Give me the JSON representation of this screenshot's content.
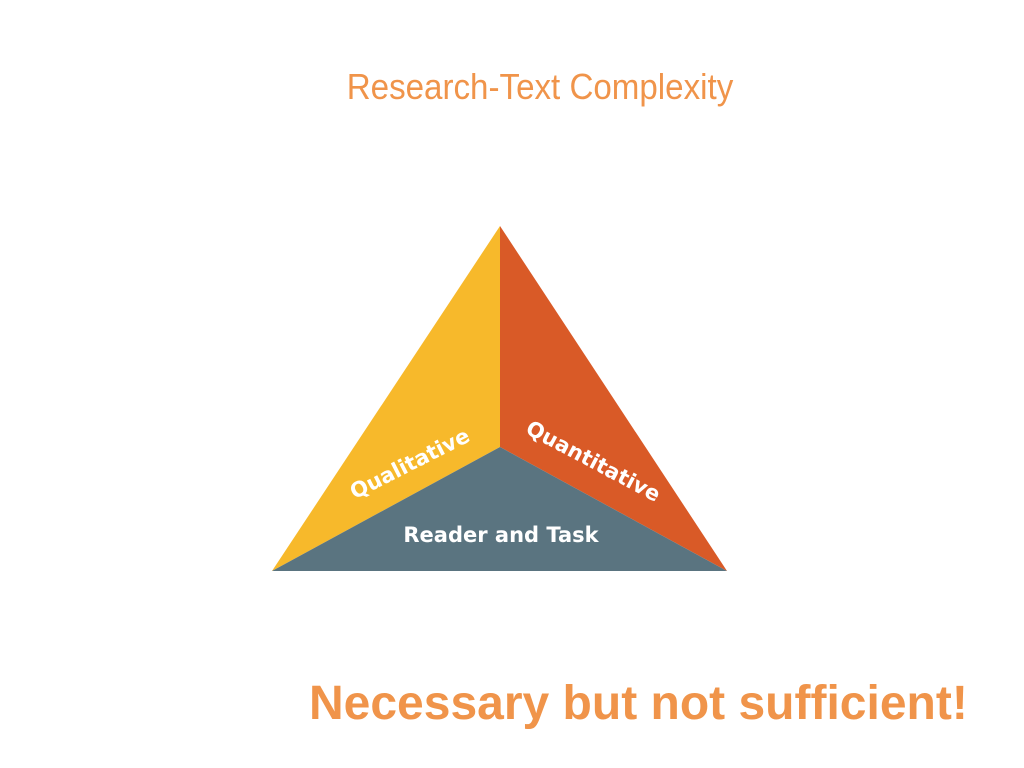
{
  "slide": {
    "title": "Research-Text Complexity",
    "footer": "Necessary but not sufficient!"
  },
  "diagram": {
    "segments": [
      {
        "label": "Qualitative",
        "color": "#f7b92b"
      },
      {
        "label": "Quantitative",
        "color": "#d95a27"
      },
      {
        "label": "Reader and Task",
        "color": "#5a7480"
      }
    ]
  },
  "colors": {
    "accent": "#f0944a",
    "background": "#ffffff"
  }
}
